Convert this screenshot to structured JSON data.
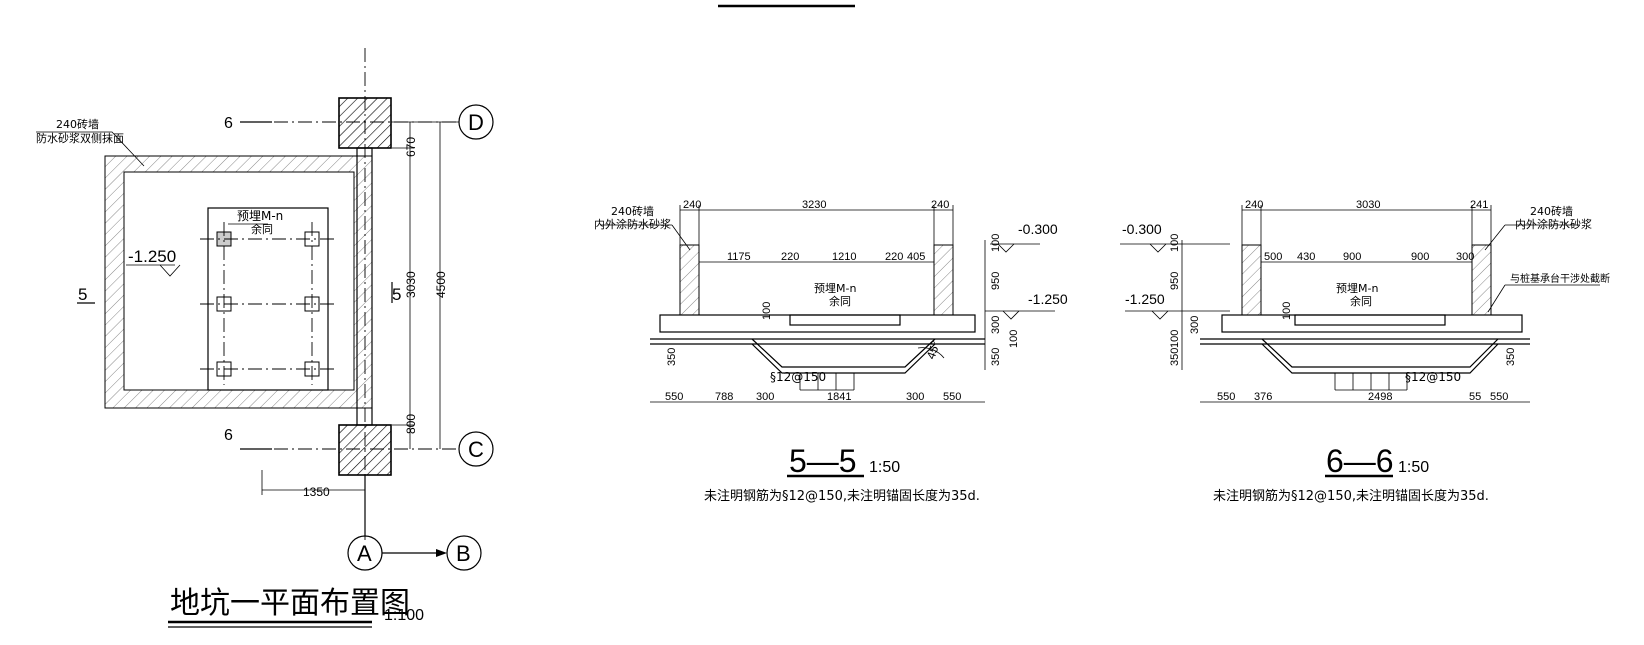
{
  "plan": {
    "title": "地坑一平面布置图",
    "scale": "1:100",
    "wall_note_1": "240砖墙",
    "wall_note_2": "防水砂浆双侧抹面",
    "level": "-1.250",
    "embed_1": "预埋M-n",
    "embed_2": "余同",
    "axis_d": "D",
    "axis_c": "C",
    "axis_a": "A",
    "axis_b": "B",
    "sec_5_left": "5",
    "sec_5_right": "5",
    "sec_6_top": "6",
    "sec_6_bottom": "6",
    "dim_670": "670",
    "dim_3030": "3030",
    "dim_800": "800",
    "dim_4500": "4500",
    "dim_1350": "1350"
  },
  "section55": {
    "title": "5—5",
    "scale": "1:50",
    "note": "未注明钢筋为§12@150,未注明锚固长度为35d.",
    "wall_note_1": "240砖墙",
    "wall_note_2": "内外涂防水砂浆",
    "level_top": "-0.300",
    "level_bot": "-1.250",
    "embed_1": "预埋M-n",
    "embed_2": "余同",
    "rebar": "§12@150",
    "angle": "45°",
    "top_dims": [
      "240",
      "3230",
      "240"
    ],
    "mid_dims": [
      "1175",
      "220",
      "1210",
      "220",
      "405"
    ],
    "bot_dims": [
      "550",
      "788",
      "300",
      "1841",
      "300",
      "550"
    ],
    "right_dims": [
      "100",
      "950",
      "300",
      "100",
      "350"
    ],
    "left_dim": "350",
    "slab_dim": "100"
  },
  "section66": {
    "title": "6—6",
    "scale": "1:50",
    "note": "未注明钢筋为§12@150,未注明锚固长度为35d.",
    "wall_note_1": "240砖墙",
    "wall_note_2": "内外涂防水砂浆",
    "side_note": "与桩基承台干涉处截断",
    "level_top": "-0.300",
    "level_bot": "-1.250",
    "embed_1": "预埋M-n",
    "embed_2": "余同",
    "rebar": "§12@150",
    "top_dims": [
      "240",
      "3030",
      "241"
    ],
    "mid_dims": [
      "500",
      "430",
      "900",
      "900",
      "300"
    ],
    "bot_dims": [
      "550",
      "376",
      "2498",
      "55",
      "550"
    ],
    "left_dims": [
      "100",
      "950",
      "300",
      "100",
      "350"
    ],
    "right_dim": "350",
    "slab_dim": "100"
  }
}
